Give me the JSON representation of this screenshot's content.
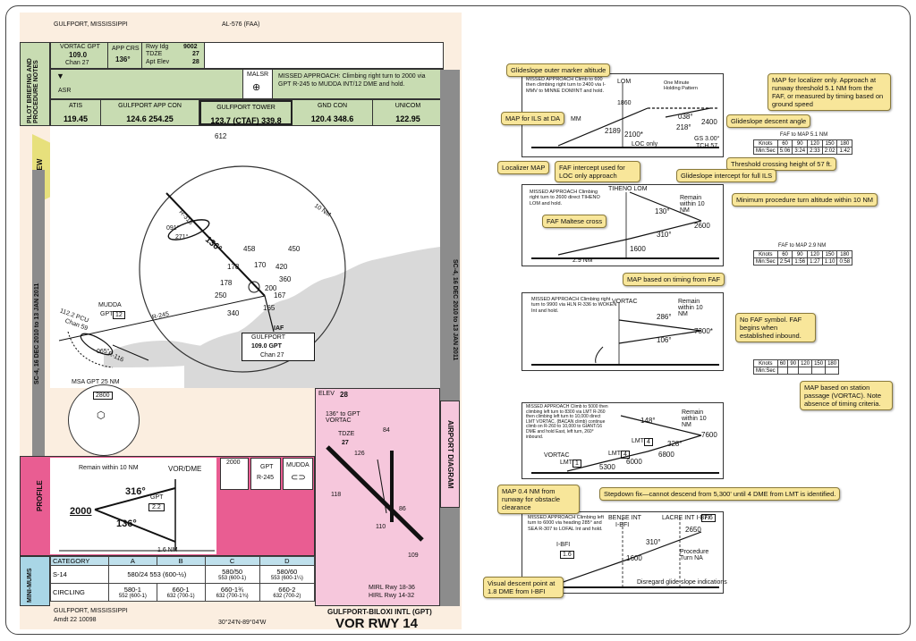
{
  "plate": {
    "city_state": "GULFPORT, MISSISSIPPI",
    "al_number": "AL-576 (FAA)",
    "procedure_title": "VOR RWY 14",
    "airport_name": "GULFPORT-BILOXI INTL (GPT)",
    "amendment": "Amdt 22  10098",
    "coordinates": "30°24'N-89°04'W",
    "cycle_left": "SC-4, 16 DEC 2010 to 13 JAN 2011",
    "cycle_right": "SC-4, 16 DEC 2010 to 13 JAN 2011",
    "briefing_strip": {
      "vortac_label": "VORTAC GPT",
      "vortac_freq": "109.0",
      "vortac_chan": "Chan 27",
      "app_crs_label": "APP CRS",
      "app_crs_value": "136°",
      "rwy_ldg_label": "Rwy Idg",
      "rwy_ldg_value": "9002",
      "tdze_label": "TDZE",
      "tdze_value": "27",
      "apt_elev_label": "Apt Elev",
      "apt_elev_value": "28",
      "asr_label": "ASR",
      "malsr_label": "MALSR",
      "missed_approach_text": "MISSED APPROACH: Climbing right turn to 2000 via GPT R-245 to MUDDA INT/12 DME and hold."
    },
    "comms": [
      {
        "name": "ATIS",
        "freq": "119.45"
      },
      {
        "name": "GULFPORT APP CON",
        "freq": "124.6  254.25"
      },
      {
        "name": "GULFPORT TOWER",
        "freq": "123.7 (CTAF)  339.8"
      },
      {
        "name": "GND CON",
        "freq": "120.4  348.6"
      },
      {
        "name": "UNICOM",
        "freq": "122.95"
      }
    ],
    "side_labels": {
      "briefing": "PILOT BRIEFING AND PROCEDURE NOTES",
      "plan_view": "PLAN VIEW",
      "profile": "PROFILE",
      "minimums": "MINI-MUMS",
      "airport_diagram": "AIRPORT DIAGRAM"
    },
    "plan_view": {
      "ring_label": "10 NM",
      "obstacle_612": "612",
      "radial_316": "R-316",
      "hold_091": "091°",
      "hold_271": "271°",
      "course_136": "136°",
      "radial_245": "R-245",
      "radial_116": "R-116",
      "mudda_name": "MUDDA",
      "mudda_gpt": "GPT",
      "mudda_dme": "12",
      "pcu_line1": "112.2 PCU",
      "pcu_line2": "Chan 59",
      "arc_065": "065°",
      "msa_label": "MSA GPT 25 NM",
      "msa_alt": "2800",
      "obstacles": [
        "458",
        "450",
        "170",
        "420",
        "178",
        "360",
        "200",
        "167",
        "250",
        "340",
        "165",
        "178"
      ],
      "iaf_label": "IAF",
      "iaf_name": "GULFPORT",
      "iaf_freq": "109.0 GPT",
      "iaf_chan": "Chan 27"
    },
    "profile": {
      "remain_text": "Remain within 10 NM",
      "vor_dme": "VOR/DME",
      "alt_2000": "2000",
      "crs_316": "316°",
      "crs_136": "136°",
      "gpt_label": "GPT",
      "gpt_dme": "2.2",
      "dist_label": "1.6 NM",
      "mini_box_alt": "2000",
      "mini_box_gpt": "GPT",
      "mini_box_r245": "R-245",
      "mini_box_mudda": "MUDDA"
    },
    "airport_diagram": {
      "elev_label": "ELEV",
      "elev_value": "28",
      "crs_136_vortac": "136° to GPT VORTAC",
      "tdze_label": "TDZE",
      "tdze_value": "27",
      "elevations": [
        "84",
        "126",
        "118",
        "110",
        "86",
        "109"
      ],
      "rwy_lights_1": "MIRL Rwy 18-36",
      "rwy_lights_2": "HIRL Rwy 14-32"
    },
    "minimums": {
      "headers": [
        "CATEGORY",
        "A",
        "B",
        "C",
        "D"
      ],
      "rows": [
        {
          "name": "S-14",
          "a_b": "580/24  553 (600-½)",
          "c": "580/50",
          "c2": "553 (600-1)",
          "d": "580/60",
          "d2": "553 (600-1¼)"
        },
        {
          "name": "CIRCLING",
          "a": "580-1",
          "a2": "552 (600-1)",
          "b": "660-1",
          "b2": "632 (700-1)",
          "c": "660-1¾",
          "c2": "632 (700-1¾)",
          "d": "660-2",
          "d2": "632 (700-2)"
        }
      ]
    }
  },
  "callouts": {
    "gs_outer_marker": "Glideslope outer marker altitude",
    "map_loc_only": "MAP for localizer only. Approach at runway threshold 5.1 NM from the FAF, or measured by timing based on ground speed",
    "map_ils_da": "MAP for ILS at DA",
    "gs_descent_angle": "Glideslope descent angle",
    "localizer_map": "Localizer MAP",
    "faf_intercept": "FAF intercept used for LOC only approach",
    "threshold_crossing": "Threshold crossing height of 57 ft.",
    "gs_intercept": "Glideslope intercept for full ILS",
    "min_pt_altitude": "Minimum procedure turn altitude within 10 NM",
    "faf_maltese": "FAF Maltese cross",
    "map_timing_faf": "MAP based on timing from FAF",
    "no_faf": "No FAF symbol. FAF begins when established inbound.",
    "map_station_passage": "MAP based on station passage (VORTAC). Note absence of timing criteria.",
    "map_04nm": "MAP 0.4 NM from runway for obstacle clearance",
    "stepdown": "Stepdown fix—cannot descend from 5,300' until 4 DME from LMT is identified.",
    "visual_descent": "Visual descent point at 1.8 DME from I-BFI"
  },
  "profiles": {
    "p1": {
      "missed": "MISSED APPROACH Climb to 600 then climbing right turn to 2400 via I-MMV to MINNE DOM/INT and hold.",
      "lom": "LOM",
      "hold": "One Minute Holding Pattern",
      "alt_1860": "1860",
      "alt_2189": "2189",
      "alt_2100": "2100*",
      "loc_only": "LOC only",
      "crs_038": "038°",
      "crs_218": "218°",
      "alt_2400": "2400",
      "gs_angle": "GS 3.00°",
      "tch": "TCH 57",
      "mm": "MM",
      "table_title": "FAF to MAP 5.1 NM",
      "table_knots": [
        "Knots",
        "60",
        "90",
        "120",
        "150",
        "180"
      ],
      "table_minsec": [
        "Min:Sec",
        "5:06",
        "3:24",
        "2:33",
        "2:02",
        "1:42"
      ]
    },
    "p2": {
      "missed": "MISSED APPROACH Climbing right turn to 2600 direct TIHENO LOM and hold.",
      "fix": "TIHENO LOM",
      "remain": "Remain within 10 NM",
      "crs_130": "130°",
      "crs_310": "310°",
      "alt_2600": "2600",
      "alt_1600": "1600",
      "dist": "2.9 NM",
      "table_title": "FAF to MAP 2.9 NM",
      "table_knots": [
        "Knots",
        "60",
        "90",
        "120",
        "150",
        "180"
      ],
      "table_minsec": [
        "Min:Sec",
        "2:54",
        "1:56",
        "1:27",
        "1:10",
        "0:58"
      ]
    },
    "p3": {
      "missed": "MISSED APPROACH Climbing right turn to 9900 via HLN R-336 to WOKEN Int and hold.",
      "vortac": "VORTAC",
      "remain": "Remain within 10 NM",
      "crs_286": "286°",
      "crs_106": "106°",
      "alt_7300": "7300*",
      "table_knots": [
        "Knots",
        "60",
        "90",
        "120",
        "150",
        "180"
      ],
      "table_minsec": [
        "Min:Sec",
        "",
        "",
        "",
        "",
        ""
      ]
    },
    "p4": {
      "missed": "MISSED APPROACH Climb to 5000 then climbing left turn to 8300 via LMT R-260 then climbing left turn to 10,000 direct LMT VORTAC. (BACAN climb) continue climb on R-260 to 10,000 to GIANT/16 DME and hold East, left turn, 260° inbound.",
      "remain": "Remain within 10 NM",
      "crs_148": "148°",
      "crs_328": "328°",
      "alt_7600": "7600",
      "alt_6800": "6800",
      "alt_6000": "6000",
      "alt_5300": "5300",
      "vortac": "VORTAC",
      "lmt1": "LMT",
      "lmt1_dme": "1",
      "lmt4": "LMT",
      "lmt4_dme": "4",
      "lmt4b": "LMT",
      "lmt4b_dme": "4"
    },
    "p5": {
      "missed": "MISSED APPROACH Climbing left turn to 6000 via heading 285° and SEA R-307 to LOFAL Int and hold.",
      "bense": "BENSE INT",
      "ibfi": "I-BFI",
      "lacre": "LACRE INT I-BFI",
      "lacre_dme": "7.6",
      "alt_2650": "2650",
      "crs_310": "310°",
      "alt_1600": "1600",
      "procedure_turn": "Procedure Turn NA",
      "disregard": "Disregard glide slope indications",
      "vdp": "I-BFI",
      "vdp_dme": "1.6"
    }
  }
}
